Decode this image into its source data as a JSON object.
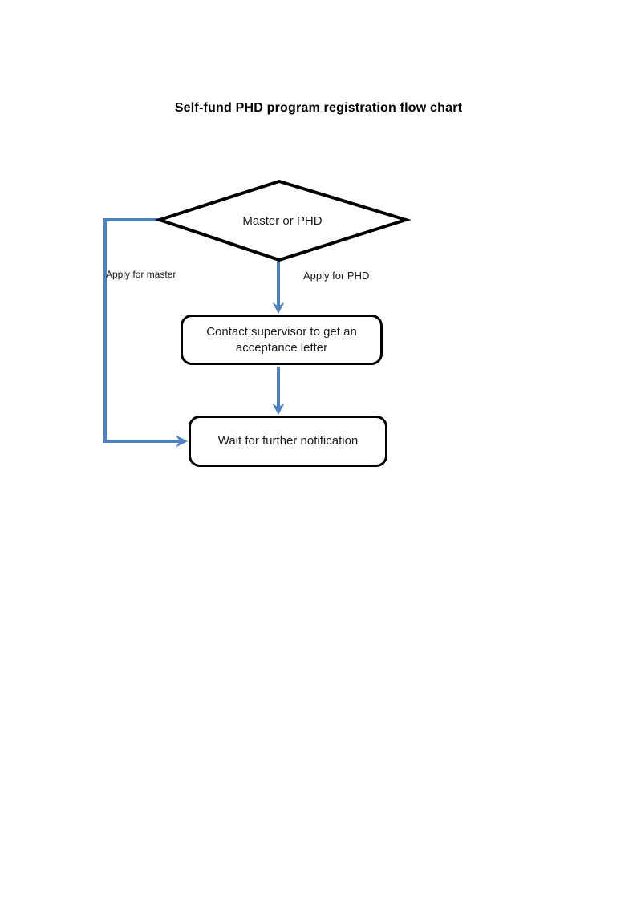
{
  "title": "Self-fund PHD program registration flow chart",
  "flowchart": {
    "decision_label": "Master or PHD",
    "left_branch_label": "Apply for master",
    "right_branch_label": "Apply for PHD",
    "contact_box_label": "Contact supervisor to get an acceptance letter",
    "wait_box_label": "Wait for further notification"
  },
  "colors": {
    "connector_blue": "#4f81bd",
    "shape_outline": "#000000",
    "page_background": "#ffffff"
  }
}
